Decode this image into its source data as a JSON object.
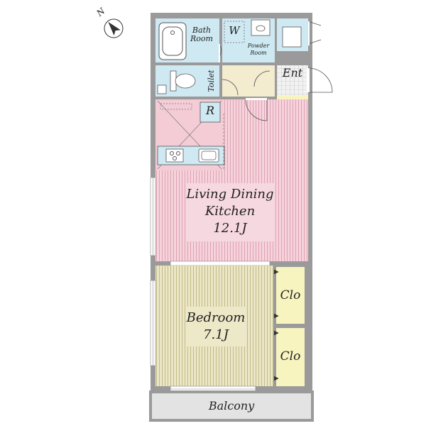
{
  "labels": {
    "bath_line1": "Bath",
    "bath_line2": "Room",
    "washer": "W",
    "powder_line1": "Powder",
    "powder_line2": "Room",
    "toilet": "Toilet",
    "entrance": "Ent",
    "refrigerator": "R",
    "ldk_line1": "Living Dining",
    "ldk_line2": "Kitchen",
    "ldk_size": "12.1J",
    "bedroom": "Bedroom",
    "bedroom_size": "7.1J",
    "closet_upper": "Clo",
    "closet_lower": "Clo",
    "balcony": "Balcony",
    "compass": "N"
  },
  "colors": {
    "wall": "#9a9a9a",
    "wet_area": "#cfe9f3",
    "ldk_floor": "#f4ccd6",
    "bedroom_floor": "#e9e4c2",
    "closet": "#f7f4bf",
    "balcony": "#e3e3e3"
  }
}
